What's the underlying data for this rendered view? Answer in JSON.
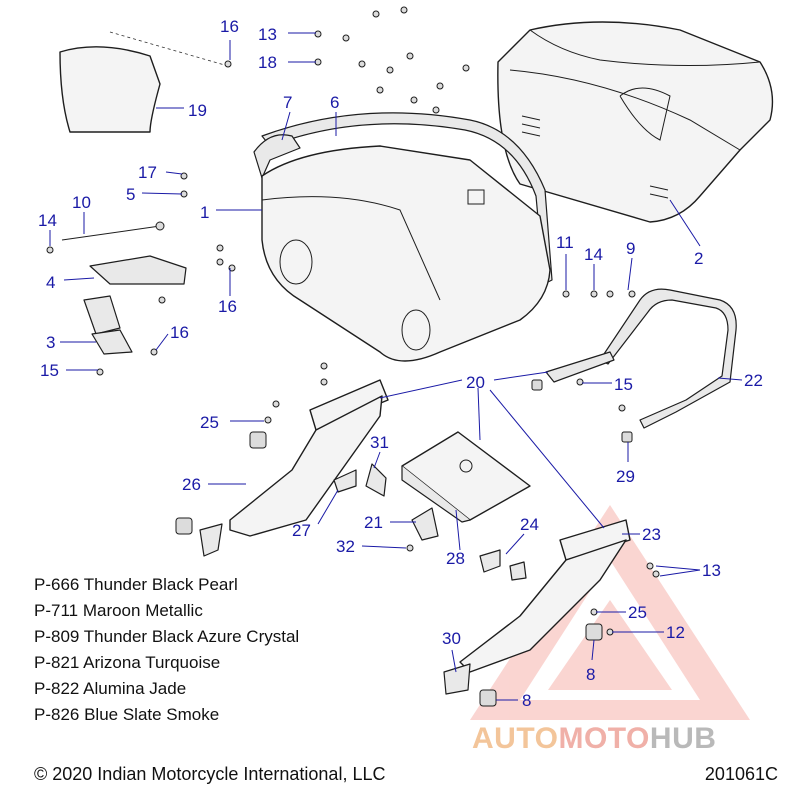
{
  "callouts": [
    {
      "id": "c16a",
      "text": "16"
    },
    {
      "id": "c13a",
      "text": "13"
    },
    {
      "id": "c18",
      "text": "18"
    },
    {
      "id": "c19",
      "text": "19"
    },
    {
      "id": "c7",
      "text": "7"
    },
    {
      "id": "c6",
      "text": "6"
    },
    {
      "id": "c17",
      "text": "17"
    },
    {
      "id": "c5",
      "text": "5"
    },
    {
      "id": "c10",
      "text": "10"
    },
    {
      "id": "c14a",
      "text": "14"
    },
    {
      "id": "c1",
      "text": "1"
    },
    {
      "id": "c2",
      "text": "2"
    },
    {
      "id": "c4",
      "text": "4"
    },
    {
      "id": "c16b",
      "text": "16"
    },
    {
      "id": "c11",
      "text": "11"
    },
    {
      "id": "c14b",
      "text": "14"
    },
    {
      "id": "c9",
      "text": "9"
    },
    {
      "id": "c3",
      "text": "3"
    },
    {
      "id": "c16c",
      "text": "16"
    },
    {
      "id": "c15a",
      "text": "15"
    },
    {
      "id": "c20",
      "text": "20"
    },
    {
      "id": "c15b",
      "text": "15"
    },
    {
      "id": "c22",
      "text": "22"
    },
    {
      "id": "c25a",
      "text": "25"
    },
    {
      "id": "c31",
      "text": "31"
    },
    {
      "id": "c29",
      "text": "29"
    },
    {
      "id": "c26",
      "text": "26"
    },
    {
      "id": "c24",
      "text": "24"
    },
    {
      "id": "c21",
      "text": "21"
    },
    {
      "id": "c23",
      "text": "23"
    },
    {
      "id": "c27",
      "text": "27"
    },
    {
      "id": "c32",
      "text": "32"
    },
    {
      "id": "c28",
      "text": "28"
    },
    {
      "id": "c13b",
      "text": "13"
    },
    {
      "id": "c25b",
      "text": "25"
    },
    {
      "id": "c30",
      "text": "30"
    },
    {
      "id": "c12",
      "text": "12"
    },
    {
      "id": "c8a",
      "text": "8"
    },
    {
      "id": "c8b",
      "text": "8"
    }
  ],
  "paint_codes": [
    "P-666 Thunder Black Pearl",
    "P-711 Maroon Metallic",
    "P-809 Thunder Black Azure Crystal",
    "P-821 Arizona Turquoise",
    "P-822 Alumina Jade",
    "P-826 Blue Slate Smoke"
  ],
  "footer": {
    "copyright": "© 2020 Indian Motorcycle International, LLC",
    "diagram_id": "201061C"
  },
  "watermark": {
    "part1": "AUTO",
    "part2": "MOTO",
    "part3": "HUB"
  },
  "colors": {
    "callout": "#1a1aa6",
    "line_art": "#1e1e1e",
    "watermark_red": "#e8645a"
  }
}
